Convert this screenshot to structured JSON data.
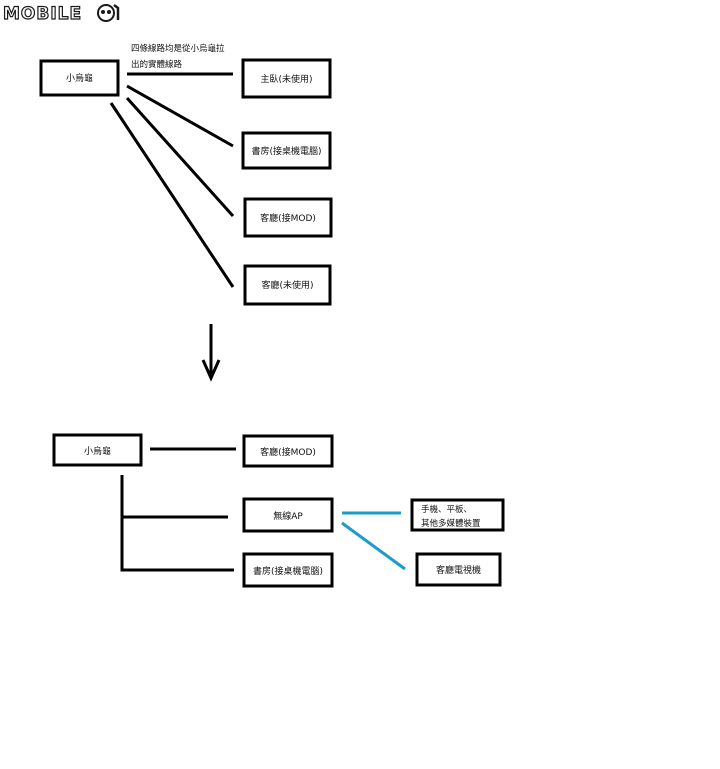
{
  "logo": {
    "text": "MOBILE01",
    "color": "#1a1a1a"
  },
  "colors": {
    "line": "#000000",
    "wireless": "#1d9bc9",
    "box_border": "#000000"
  },
  "top_diagram": {
    "note_line1": "四條線路均是從小烏龜拉",
    "note_line2": "出的實體線路",
    "source": "小烏龜",
    "targets": [
      "主臥(未使用)",
      "書房(接桌機電腦)",
      "客廳(接MOD)",
      "客廳(未使用)"
    ]
  },
  "arrow": {
    "icon": "down-arrow-icon"
  },
  "bottom_diagram": {
    "source": "小烏龜",
    "targets": [
      "客廳(接MOD)",
      "無線AP",
      "書房(接桌機電腦)"
    ],
    "wireless_targets": [
      "手機、平板、",
      "其他多媒體裝置",
      "客廳電視機"
    ]
  }
}
